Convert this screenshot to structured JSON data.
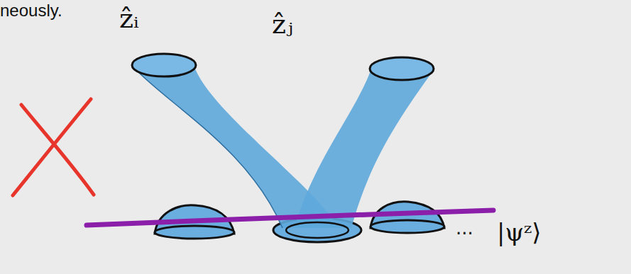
{
  "diagram": {
    "labels": [
      "neously.",
      "ẑᵢ",
      "ẑⱼ",
      "...",
      "|ψᶻ⟩"
    ]
  }
}
